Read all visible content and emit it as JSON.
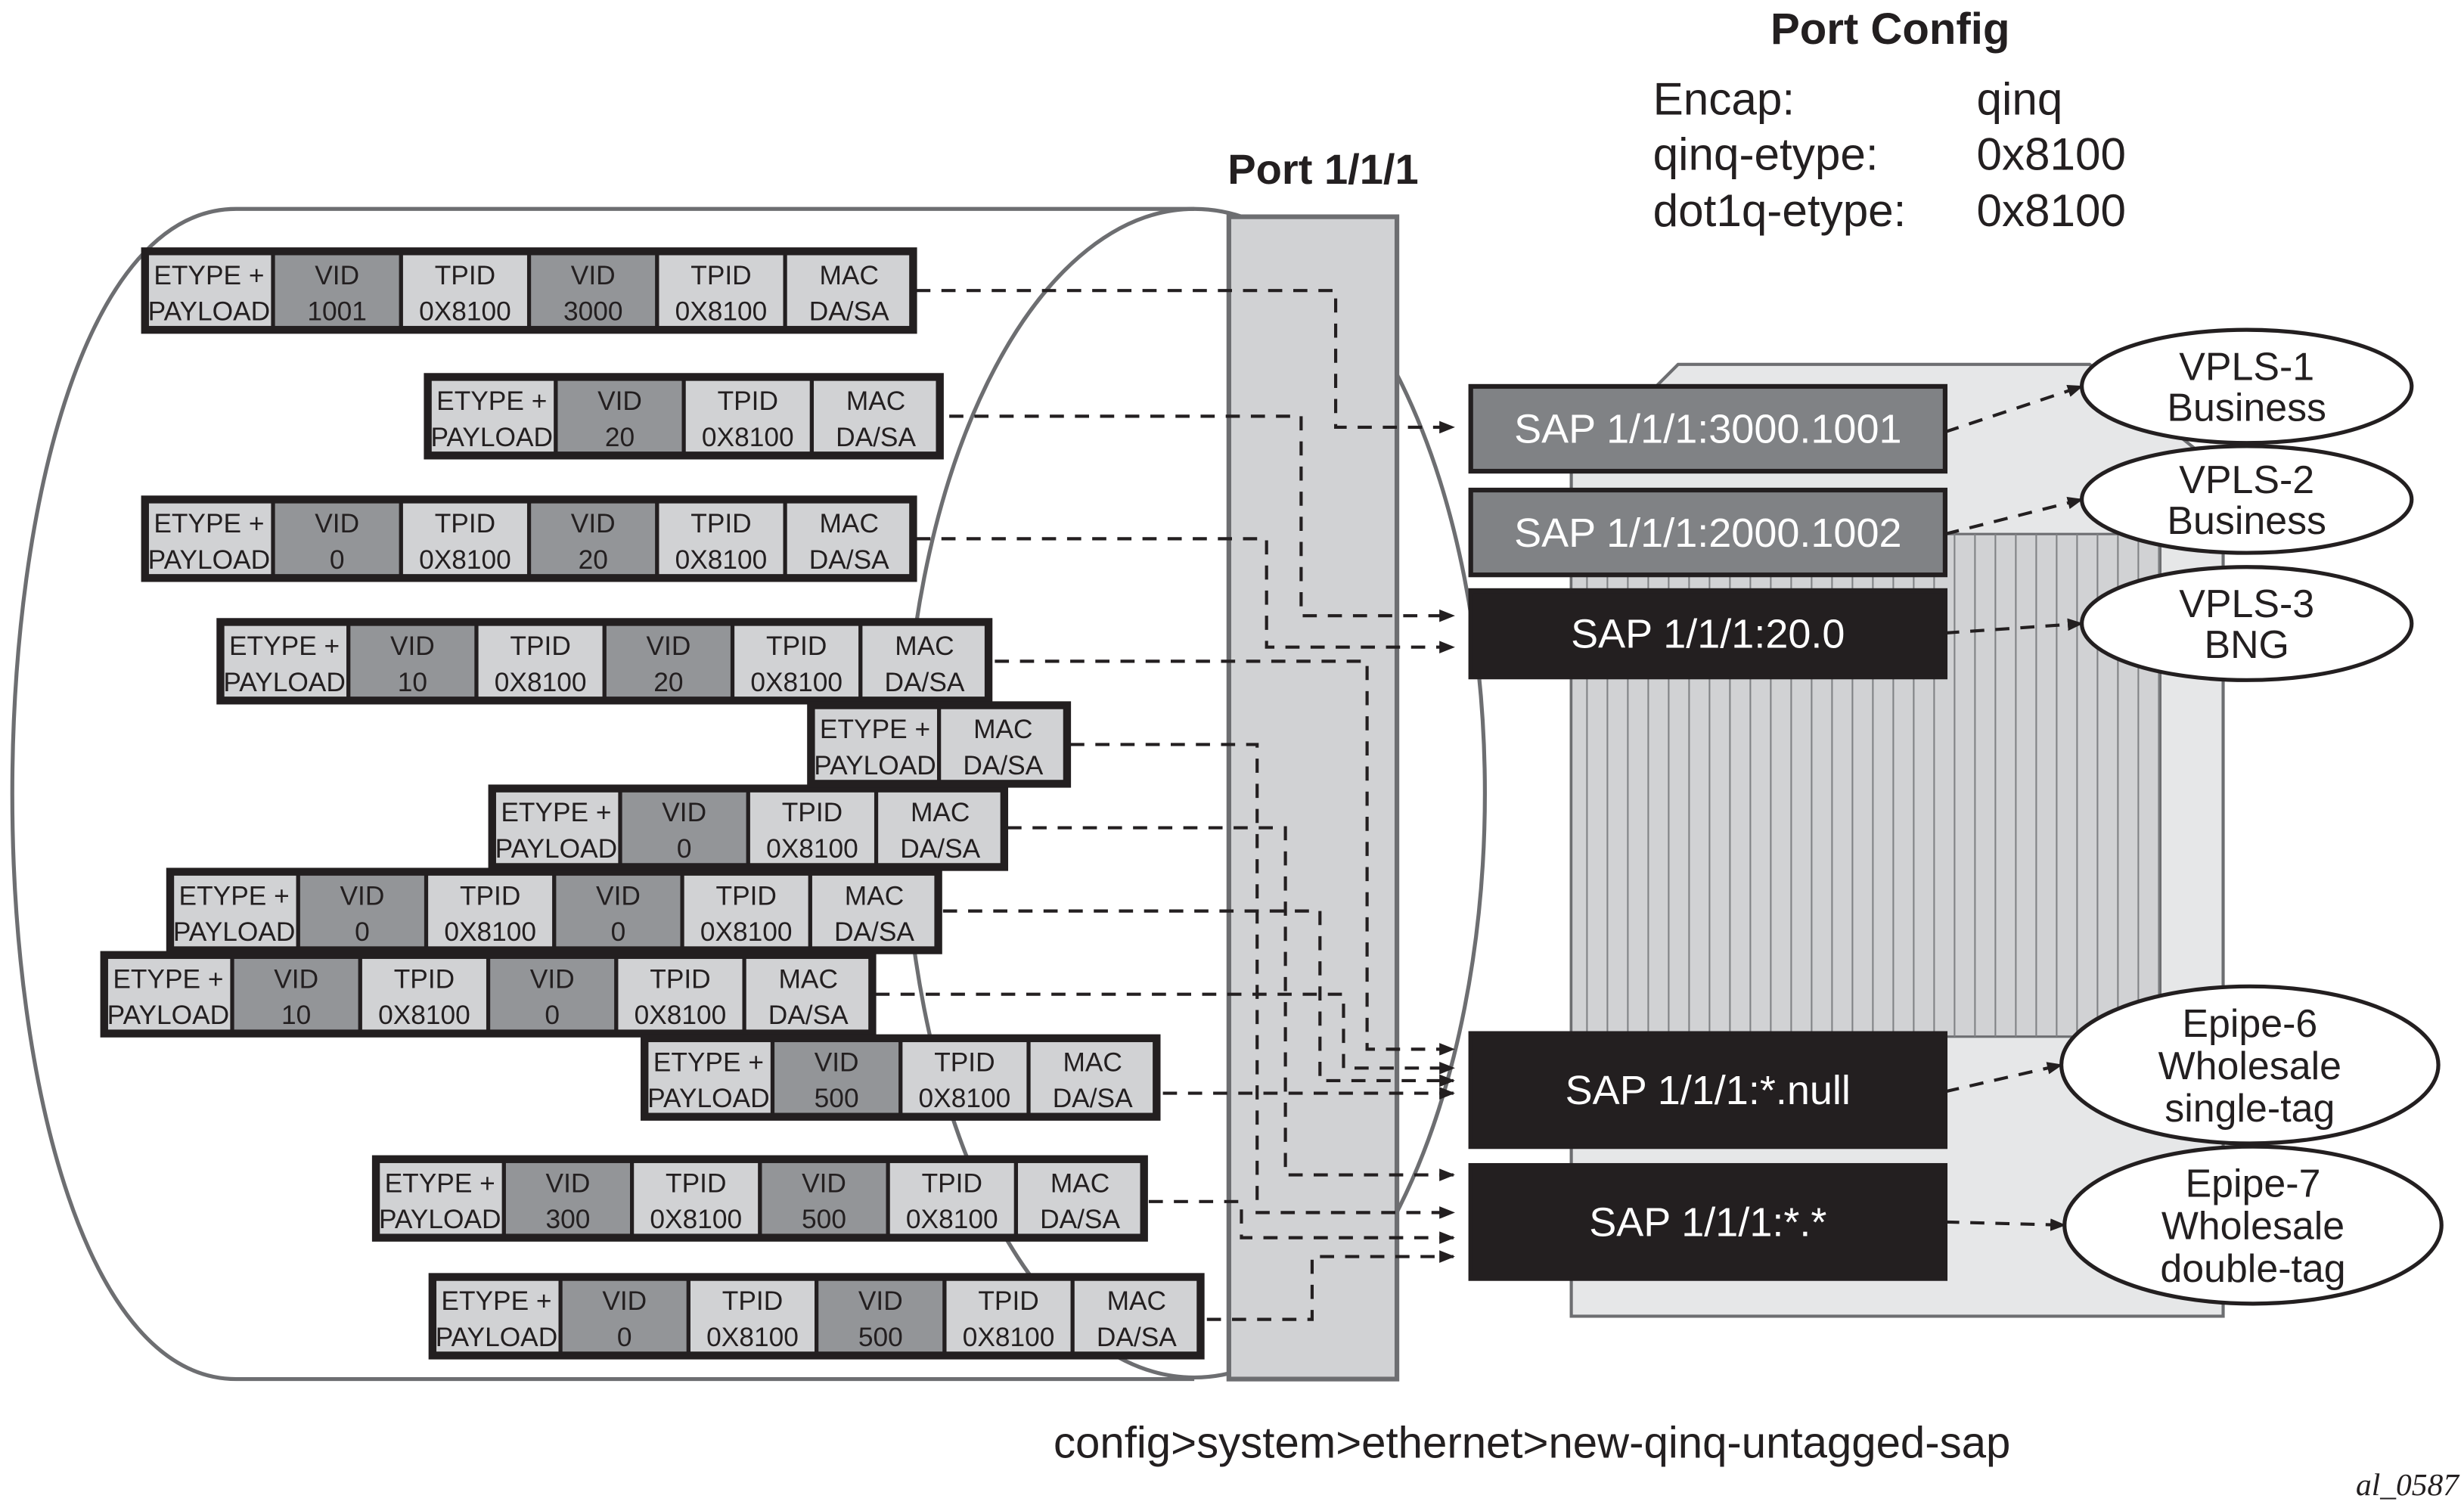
{
  "port_config": {
    "title": "Port Config",
    "rows": [
      {
        "label": "Encap:",
        "value": "qinq"
      },
      {
        "label": "qinq-etype:",
        "value": "0x8100"
      },
      {
        "label": "dot1q-etype:",
        "value": "0x8100"
      }
    ]
  },
  "port_label": "Port 1/1/1",
  "frames": [
    {
      "cells": [
        [
          "ETYPE +",
          "PAYLOAD",
          0
        ],
        [
          "VID",
          "1001",
          1
        ],
        [
          "TPID",
          "0X8100",
          0
        ],
        [
          "VID",
          "3000",
          1
        ],
        [
          "TPID",
          "0X8100",
          0
        ],
        [
          "MAC",
          "DA/SA",
          0
        ]
      ]
    },
    {
      "cells": [
        [
          "ETYPE +",
          "PAYLOAD",
          0
        ],
        [
          "VID",
          "20",
          1
        ],
        [
          "TPID",
          "0X8100",
          0
        ],
        [
          "MAC",
          "DA/SA",
          0
        ]
      ]
    },
    {
      "cells": [
        [
          "ETYPE +",
          "PAYLOAD",
          0
        ],
        [
          "VID",
          "0",
          1
        ],
        [
          "TPID",
          "0X8100",
          0
        ],
        [
          "VID",
          "20",
          1
        ],
        [
          "TPID",
          "0X8100",
          0
        ],
        [
          "MAC",
          "DA/SA",
          0
        ]
      ]
    },
    {
      "cells": [
        [
          "ETYPE +",
          "PAYLOAD",
          0
        ],
        [
          "VID",
          "10",
          1
        ],
        [
          "TPID",
          "0X8100",
          0
        ],
        [
          "VID",
          "20",
          1
        ],
        [
          "TPID",
          "0X8100",
          0
        ],
        [
          "MAC",
          "DA/SA",
          0
        ]
      ]
    },
    {
      "cells": [
        [
          "ETYPE +",
          "PAYLOAD",
          0
        ],
        [
          "VID",
          "10",
          1
        ],
        [
          "TPID",
          "0X8100",
          0
        ],
        [
          "VID",
          "0",
          1
        ],
        [
          "TPID",
          "0X8100",
          0
        ],
        [
          "MAC",
          "DA/SA",
          0
        ]
      ]
    },
    {
      "cells": [
        [
          "ETYPE +",
          "PAYLOAD",
          0
        ],
        [
          "VID",
          "0",
          1
        ],
        [
          "TPID",
          "0X8100",
          0
        ],
        [
          "VID",
          "0",
          1
        ],
        [
          "TPID",
          "0X8100",
          0
        ],
        [
          "MAC",
          "DA/SA",
          0
        ]
      ]
    },
    {
      "cells": [
        [
          "ETYPE +",
          "PAYLOAD",
          0
        ],
        [
          "VID",
          "0",
          1
        ],
        [
          "TPID",
          "0X8100",
          0
        ],
        [
          "MAC",
          "DA/SA",
          0
        ]
      ]
    },
    {
      "cells": [
        [
          "ETYPE +",
          "PAYLOAD",
          0
        ],
        [
          "MAC",
          "DA/SA",
          0
        ]
      ]
    },
    {
      "cells": [
        [
          "ETYPE +",
          "PAYLOAD",
          0
        ],
        [
          "VID",
          "500",
          1
        ],
        [
          "TPID",
          "0X8100",
          0
        ],
        [
          "MAC",
          "DA/SA",
          0
        ]
      ]
    },
    {
      "cells": [
        [
          "ETYPE +",
          "PAYLOAD",
          0
        ],
        [
          "VID",
          "300",
          1
        ],
        [
          "TPID",
          "0X8100",
          0
        ],
        [
          "VID",
          "500",
          1
        ],
        [
          "TPID",
          "0X8100",
          0
        ],
        [
          "MAC",
          "DA/SA",
          0
        ]
      ]
    },
    {
      "cells": [
        [
          "ETYPE +",
          "PAYLOAD",
          0
        ],
        [
          "VID",
          "0",
          1
        ],
        [
          "TPID",
          "0X8100",
          0
        ],
        [
          "VID",
          "500",
          1
        ],
        [
          "TPID",
          "0X8100",
          0
        ],
        [
          "MAC",
          "DA/SA",
          0
        ]
      ]
    }
  ],
  "saps": [
    "SAP 1/1/1:3000.1001",
    "SAP 1/1/1:2000.1002",
    "SAP 1/1/1:20.0",
    "SAP 1/1/1:*.null",
    "SAP 1/1/1:*.*"
  ],
  "services": [
    [
      "VPLS-1",
      "Business"
    ],
    [
      "VPLS-2",
      "Business"
    ],
    [
      "VPLS-3",
      "BNG"
    ],
    [
      "Epipe-6",
      "Wholesale",
      "single-tag"
    ],
    [
      "Epipe-7",
      "Wholesale",
      "double-tag"
    ]
  ],
  "command": "config>system>ethernet>new-qinq-untagged-sap",
  "figure_id": "al_0587",
  "colors": {
    "light_cell": "#d1d2d4",
    "dark_cell": "#939598",
    "sap_gray": "#808285",
    "sap_black": "#231f20",
    "port": "#d1d2d4"
  }
}
